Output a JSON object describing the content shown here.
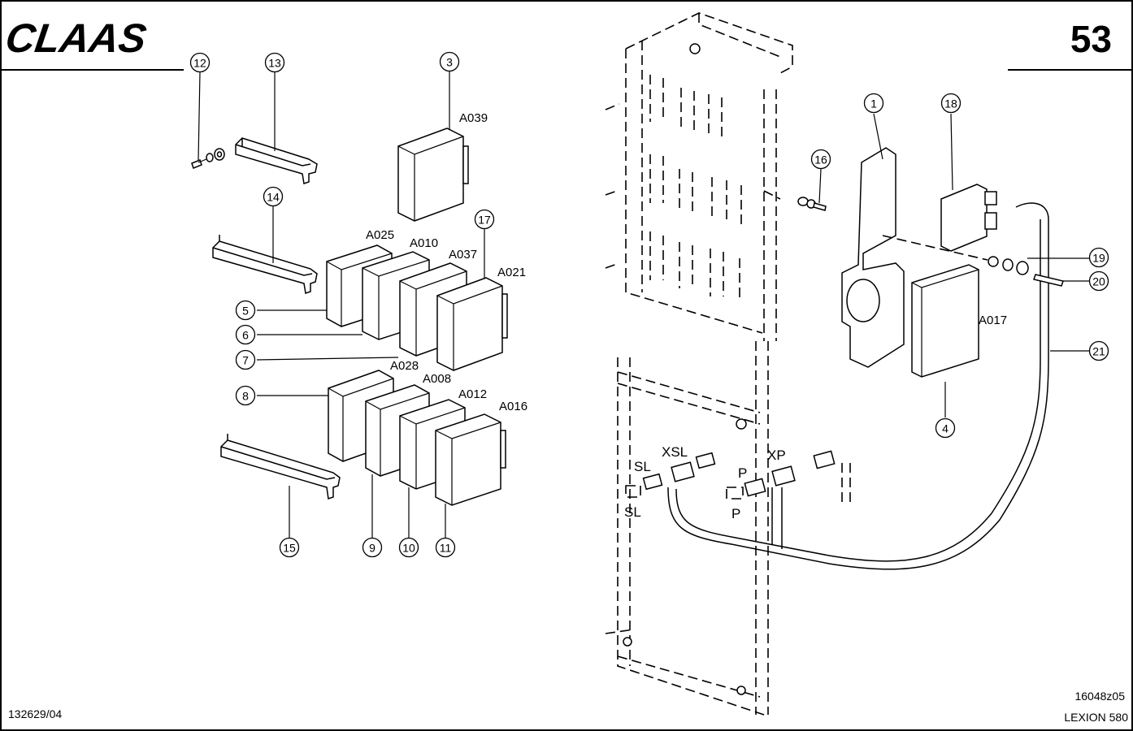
{
  "header": {
    "brand": "CLAAS",
    "page_number": "53"
  },
  "footer": {
    "document_code": "132629/04",
    "drawing_code": "16048z05",
    "model": "LEXION 580"
  },
  "callouts": [
    {
      "id": "c1",
      "label": "1"
    },
    {
      "id": "c3",
      "label": "3"
    },
    {
      "id": "c4",
      "label": "4"
    },
    {
      "id": "c5",
      "label": "5"
    },
    {
      "id": "c6",
      "label": "6"
    },
    {
      "id": "c7",
      "label": "7"
    },
    {
      "id": "c8",
      "label": "8"
    },
    {
      "id": "c9",
      "label": "9"
    },
    {
      "id": "c10",
      "label": "10"
    },
    {
      "id": "c11",
      "label": "11"
    },
    {
      "id": "c12",
      "label": "12"
    },
    {
      "id": "c13",
      "label": "13"
    },
    {
      "id": "c14",
      "label": "14"
    },
    {
      "id": "c15",
      "label": "15"
    },
    {
      "id": "c16",
      "label": "16"
    },
    {
      "id": "c17",
      "label": "17"
    },
    {
      "id": "c18",
      "label": "18"
    },
    {
      "id": "c19",
      "label": "19"
    },
    {
      "id": "c20",
      "label": "20"
    },
    {
      "id": "c21",
      "label": "21"
    }
  ],
  "module_labels": {
    "A039": "A039",
    "A025": "A025",
    "A010": "A010",
    "A037": "A037",
    "A021": "A021",
    "A028": "A028",
    "A008": "A008",
    "A012": "A012",
    "A016": "A016",
    "A017": "A017"
  },
  "connector_labels": {
    "SL_top": "SL",
    "XSL": "XSL",
    "P_top": "P",
    "XP": "XP",
    "SL_bottom": "SL",
    "P_bottom": "P"
  }
}
